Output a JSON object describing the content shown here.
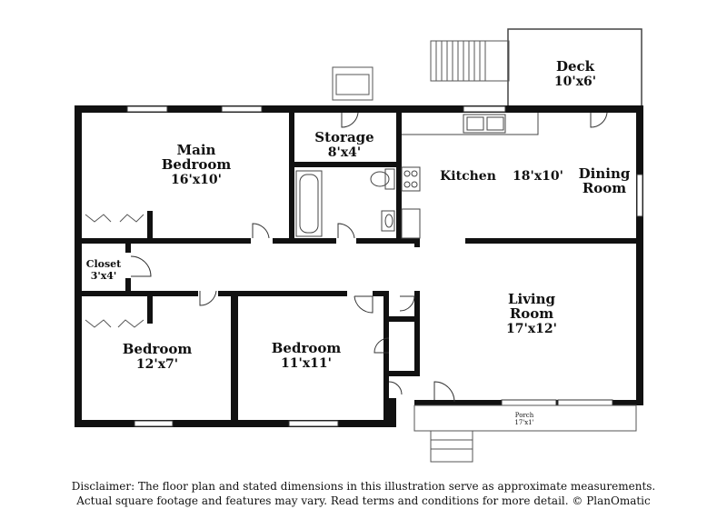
{
  "rooms": {
    "deck": {
      "name": "Deck",
      "dim": "10'x6'"
    },
    "storage": {
      "name": "Storage",
      "dim": "8'x4'"
    },
    "main_bedroom": {
      "name_line1": "Main",
      "name_line2": "Bedroom",
      "dim": "16'x10'"
    },
    "kitchen": {
      "name": "Kitchen",
      "dim": "18'x10'"
    },
    "dining": {
      "name_line1": "Dining",
      "name_line2": "Room"
    },
    "closet": {
      "name": "Closet",
      "dim": "3'x4'"
    },
    "living": {
      "name_line1": "Living",
      "name_line2": "Room",
      "dim": "17'x12'"
    },
    "bedroom_left": {
      "name": "Bedroom",
      "dim": "12'x7'"
    },
    "bedroom_mid": {
      "name": "Bedroom",
      "dim": "11'x11'"
    },
    "porch": {
      "name": "Porch",
      "dim": "17'x1'"
    }
  },
  "disclaimer": {
    "line1": "Disclaimer: The floor plan and stated dimensions in this illustration serve as approximate measurements.",
    "line2": "Actual square footage and features may vary. Read terms and conditions for more detail. © PlanOmatic"
  }
}
